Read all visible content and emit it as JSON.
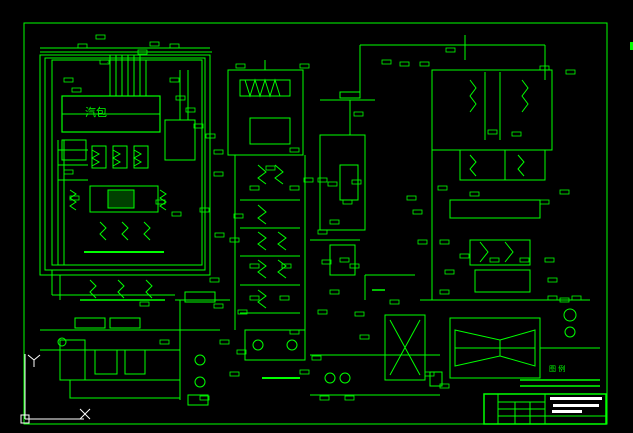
{
  "diagram": {
    "drum_label": "汽包",
    "legend_label": "图 例",
    "colors": {
      "background": "#000000",
      "line": "#00ff00",
      "cyan": "#00ffff",
      "red": "#ff2020",
      "white": "#ffffff"
    }
  },
  "ucs_icon": {
    "x_axis": "X",
    "y_axis": "Y"
  }
}
